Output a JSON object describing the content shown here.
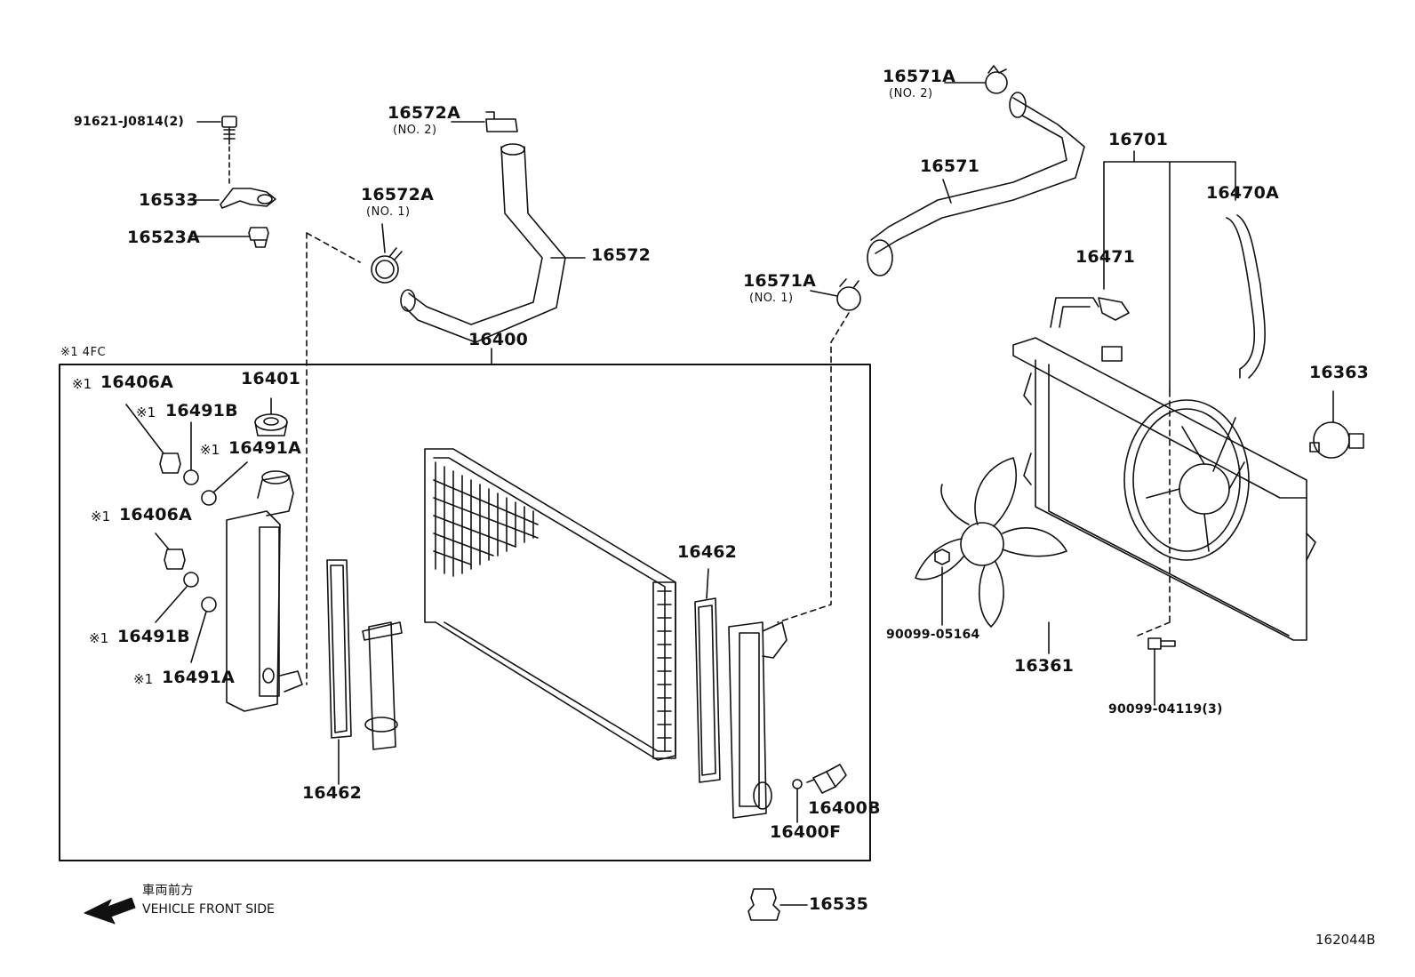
{
  "parts": {
    "p91621": "91621-J0814(2)",
    "p16533": "16533",
    "p16523A": "16523A",
    "p16572A_no2": "16572A",
    "p16572A_no2_sub": "(NO. 2)",
    "p16572A_no1": "16572A",
    "p16572A_no1_sub": "(NO. 1)",
    "p16572": "16572",
    "p16571A_no2": "16571A",
    "p16571A_no2_sub": "(NO. 2)",
    "p16571": "16571",
    "p16571A_no1": "16571A",
    "p16571A_no1_sub": "(NO. 1)",
    "p16701": "16701",
    "p16470A": "16470A",
    "p16471": "16471",
    "p16363": "16363",
    "p16400": "16400",
    "p16401": "16401",
    "p16406A_a": "16406A",
    "p16491B_a": "16491B",
    "p16491A_a": "16491A",
    "p16406A_b": "16406A",
    "p16491B_b": "16491B",
    "p16491A_b": "16491A",
    "p16462_left": "16462",
    "p16462_right": "16462",
    "p16400B": "16400B",
    "p16400F": "16400F",
    "p16535": "16535",
    "p90099_05164": "90099-05164",
    "p16361": "16361",
    "p90099_04119": "90099-04119(3)"
  },
  "marks": {
    "ref_mark": "※1",
    "note_engine": "※1   4FC"
  },
  "legend": {
    "jp": "車両前方",
    "en": "VEHICLE FRONT SIDE",
    "arrow_icon": "left-arrow-icon"
  },
  "drawing_number": "162044B"
}
